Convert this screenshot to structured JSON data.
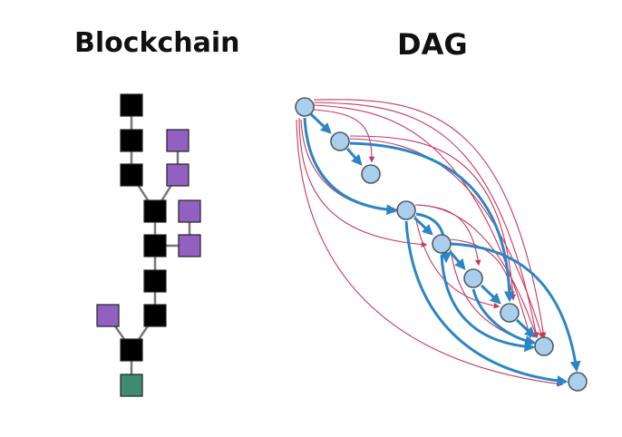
{
  "titles": {
    "blockchain": "Blockchain",
    "dag": "DAG"
  },
  "colors": {
    "main_chain": "#000000",
    "orphan": "#9160c0",
    "genesis": "#3f8c72",
    "link": "#777777",
    "dag_node_fill": "#a9cfec",
    "dag_node_stroke": "#4f5b66",
    "dag_strong_edge": "#2a86c6",
    "dag_weak_edge": "#c8385e"
  },
  "blockchain": {
    "blocks": [
      {
        "id": "b1",
        "kind": "main"
      },
      {
        "id": "b2",
        "kind": "main"
      },
      {
        "id": "b3",
        "kind": "main"
      },
      {
        "id": "p1",
        "kind": "orphan"
      },
      {
        "id": "p2",
        "kind": "orphan"
      },
      {
        "id": "b4",
        "kind": "main"
      },
      {
        "id": "b5",
        "kind": "main"
      },
      {
        "id": "p3",
        "kind": "orphan"
      },
      {
        "id": "p4",
        "kind": "orphan"
      },
      {
        "id": "b6",
        "kind": "main"
      },
      {
        "id": "b7",
        "kind": "main"
      },
      {
        "id": "p5",
        "kind": "orphan"
      },
      {
        "id": "b8",
        "kind": "main"
      },
      {
        "id": "g",
        "kind": "genesis"
      }
    ],
    "links": [
      [
        "b1",
        "b2"
      ],
      [
        "b2",
        "b3"
      ],
      [
        "p1",
        "p2"
      ],
      [
        "b3",
        "b4"
      ],
      [
        "p2",
        "b4"
      ],
      [
        "b4",
        "b5"
      ],
      [
        "p3",
        "p4"
      ],
      [
        "p4",
        "b5"
      ],
      [
        "b5",
        "b6"
      ],
      [
        "b6",
        "b7"
      ],
      [
        "b7",
        "b8"
      ],
      [
        "p5",
        "b8"
      ],
      [
        "b8",
        "g"
      ]
    ]
  },
  "dag": {
    "nodes": [
      "A",
      "B",
      "C",
      "D",
      "E",
      "F",
      "G",
      "H",
      "I"
    ],
    "strong_edges": [
      [
        "A",
        "B"
      ],
      [
        "B",
        "C"
      ],
      [
        "A",
        "D"
      ],
      [
        "B",
        "H"
      ],
      [
        "D",
        "E"
      ],
      [
        "D",
        "F"
      ],
      [
        "E",
        "F"
      ],
      [
        "F",
        "G"
      ],
      [
        "G",
        "H"
      ],
      [
        "E",
        "H"
      ],
      [
        "B",
        "G"
      ],
      [
        "E",
        "G"
      ],
      [
        "A",
        "I"
      ],
      [
        "D",
        "I"
      ],
      [
        "E",
        "I"
      ],
      [
        "F",
        "H"
      ]
    ],
    "weak_edges": [
      [
        "A",
        "C"
      ],
      [
        "A",
        "E"
      ],
      [
        "A",
        "F"
      ],
      [
        "A",
        "G"
      ],
      [
        "A",
        "H"
      ],
      [
        "A",
        "I"
      ],
      [
        "B",
        "F"
      ],
      [
        "B",
        "H"
      ],
      [
        "D",
        "F"
      ],
      [
        "D",
        "G"
      ],
      [
        "D",
        "H"
      ],
      [
        "E",
        "H"
      ],
      [
        "F",
        "H"
      ],
      [
        "A",
        "H"
      ],
      [
        "B",
        "H"
      ]
    ]
  }
}
